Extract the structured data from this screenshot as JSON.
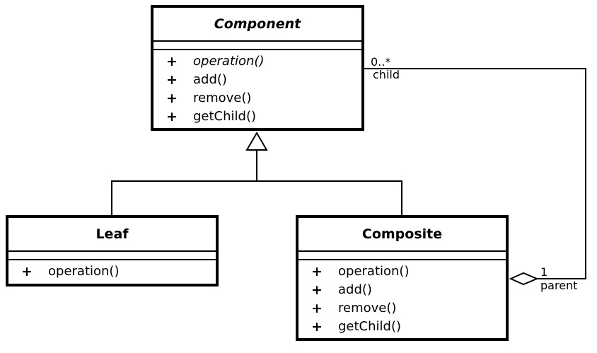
{
  "classes": {
    "component": {
      "name": "Component",
      "operations": [
        {
          "visibility": "+",
          "name": "operation()"
        },
        {
          "visibility": "+",
          "name": "add()"
        },
        {
          "visibility": "+",
          "name": "remove()"
        },
        {
          "visibility": "+",
          "name": "getChild()"
        }
      ]
    },
    "leaf": {
      "name": "Leaf",
      "operations": [
        {
          "visibility": "+",
          "name": "operation()"
        }
      ]
    },
    "composite": {
      "name": "Composite",
      "operations": [
        {
          "visibility": "+",
          "name": "operation()"
        },
        {
          "visibility": "+",
          "name": "add()"
        },
        {
          "visibility": "+",
          "name": "remove()"
        },
        {
          "visibility": "+",
          "name": "getChild()"
        }
      ]
    }
  },
  "association": {
    "child_multiplicity": "0..*",
    "child_role": "child",
    "parent_multiplicity": "1",
    "parent_role": "parent"
  }
}
